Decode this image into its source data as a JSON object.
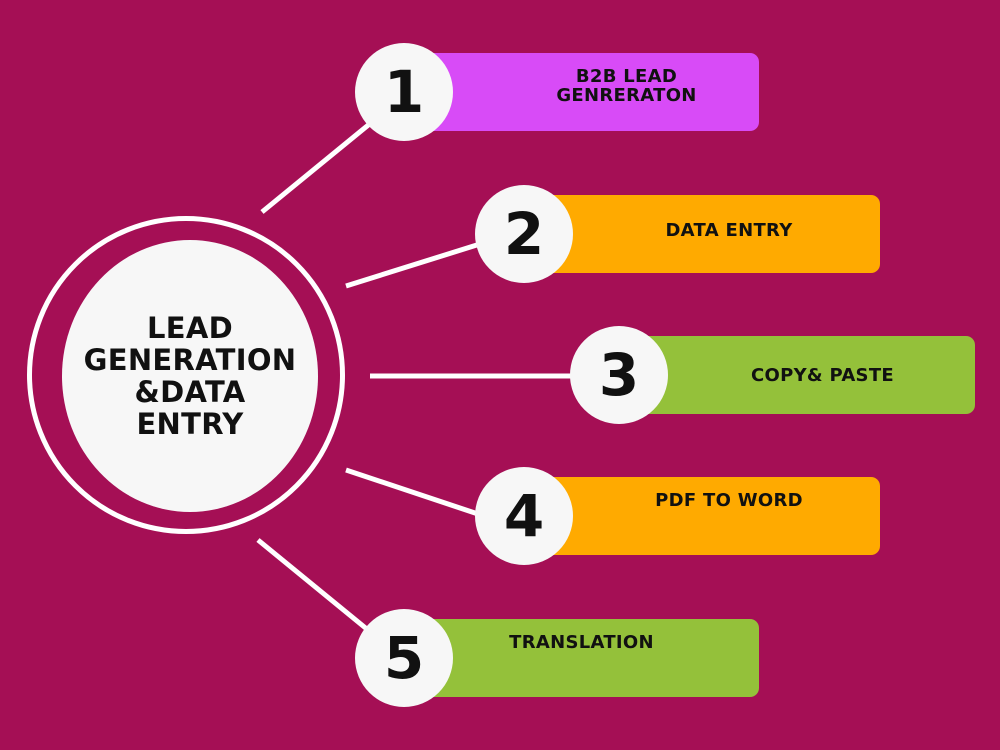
{
  "center": {
    "title": "LEAD\nGENERATION\n&DATA\nENTRY"
  },
  "items": [
    {
      "number": "1",
      "label": "B2B LEAD\nGENRERATON",
      "color": "#d84bf7"
    },
    {
      "number": "2",
      "label": "DATA ENTRY",
      "color": "#ffaa00"
    },
    {
      "number": "3",
      "label": "COPY& PASTE",
      "color": "#94c13a"
    },
    {
      "number": "4",
      "label": "PDF TO WORD",
      "color": "#ffaa00"
    },
    {
      "number": "5",
      "label": "TRANSLATION",
      "color": "#94c13a"
    }
  ],
  "colors": {
    "background": "#a50f55",
    "disc": "#f7f7f7",
    "line": "#ffffff"
  }
}
